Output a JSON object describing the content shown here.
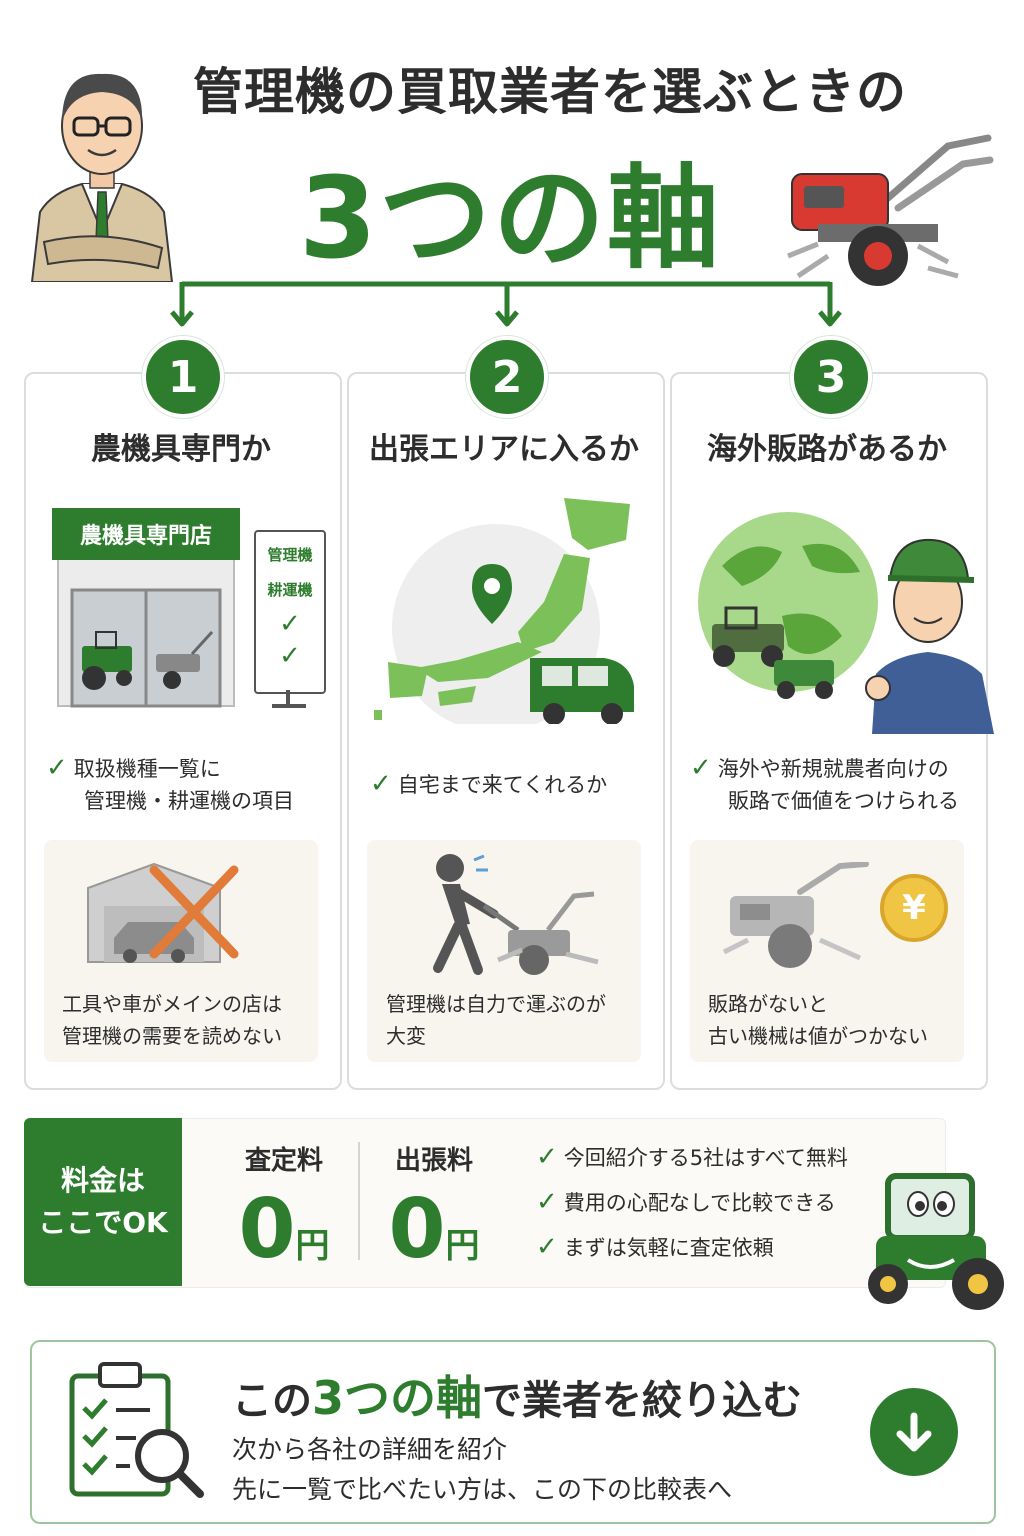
{
  "header": {
    "headline": "管理機の買取業者を選ぶときの",
    "title": "3つの軸"
  },
  "columns": [
    {
      "number": "1",
      "title": "農機具専門か",
      "sign": "農機具専門店",
      "board": [
        "管理機",
        "耕運機"
      ],
      "check": [
        "取扱機種一覧に",
        "管理機・耕運機の項目"
      ],
      "note": [
        "工具や車がメインの店は",
        "管理機の需要を読めない"
      ]
    },
    {
      "number": "2",
      "title": "出張エリアに入るか",
      "check": [
        "自宅まで来てくれるか"
      ],
      "note": [
        "管理機は自力で運ぶのが",
        "大変"
      ]
    },
    {
      "number": "3",
      "title": "海外販路があるか",
      "check": [
        "海外や新規就農者向けの",
        "販路で価値をつけられる"
      ],
      "note": [
        "販路がないと",
        "古い機械は値がつかない"
      ],
      "coin": "¥"
    }
  ],
  "fees": {
    "badge": [
      "料金は",
      "ここでOK"
    ],
    "items": [
      {
        "label": "査定料",
        "value": "0",
        "unit": "円"
      },
      {
        "label": "出張料",
        "value": "0",
        "unit": "円"
      }
    ],
    "checks": [
      "今回紹介する5社はすべて無料",
      "費用の心配なしで比較できる",
      "まずは気軽に査定依頼"
    ]
  },
  "bottom": {
    "title_pre": "この",
    "title_hl": "3つの軸",
    "title_post": "で業者を絞り込む",
    "lines": [
      "次から各社の詳細を紹介",
      "先に一覧で比べたい方は、この下の比較表へ"
    ]
  },
  "colors": {
    "accent": "#2e7d2e",
    "light_green": "#7cc05a",
    "orange": "#e07b3a"
  }
}
